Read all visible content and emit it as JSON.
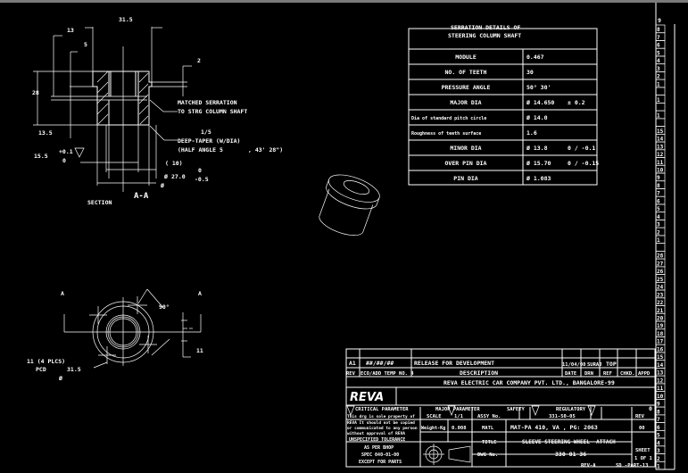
{
  "section_view": {
    "dim_13": "13",
    "dim_31_5": "31.5",
    "dim_5": "5",
    "dim_2": "2",
    "dim_28": "28",
    "dim_13_5": "13.5",
    "dim_15_5": "15.5",
    "tol_plus": "+0.1",
    "tol_zero": "0",
    "note_serration_1": "MATCHED SERRATION",
    "note_serration_2": "TO STRG COLUMN SHAFT",
    "taper_ratio": "1/5",
    "taper_1": "DEEP-TAPER (W/DIA)",
    "taper_2": "(HALF ANGLE 5",
    "taper_3": ", 43' 28\")",
    "dim_10": "(  10)",
    "dia_symbol": "Ø",
    "dim_27": "27.0",
    "tol_27_up": "0",
    "tol_27_low": "-0.5",
    "section_label": "A-A",
    "section_caption": "SECTION"
  },
  "plan_view": {
    "cut_a_left": "A",
    "cut_a_right": "A",
    "angle": "90°",
    "dim_11": "11",
    "holes_note": "11 (4 PLCS)",
    "pcd_label": "PCD",
    "pcd_value": "31.5",
    "dia_symbol": "Ø"
  },
  "serration_table": {
    "title_1": "SERRATION DETAILS OF",
    "title_2": "STEERING COLUMN SHAFT",
    "rows": [
      {
        "param": "MODULE",
        "value": "0.467",
        "tol": ""
      },
      {
        "param": "NO. OF TEETH",
        "value": "30",
        "tol": ""
      },
      {
        "param": "PRESSURE ANGLE",
        "value": "50° 30'",
        "tol": ""
      },
      {
        "param": "MAJOR DIA",
        "value": "Ø 14.650",
        "tol": "± 0.2"
      },
      {
        "param": "Dia of standard pitch circle",
        "value": "Ø 14.0",
        "tol": ""
      },
      {
        "param": "Roughness of teeth surface",
        "value": "1.6",
        "tol": ""
      },
      {
        "param": "MINOR DIA",
        "value": "Ø 13.8",
        "tol": "0 / -0.1"
      },
      {
        "param": "OVER PIN DIA",
        "value": "Ø 15.70",
        "tol": "0 / -0.15"
      },
      {
        "param": "PIN DIA",
        "value": "Ø 1.083",
        "tol": ""
      }
    ]
  },
  "title_block": {
    "rev": "A1",
    "rev_date_code": "##/##/##",
    "rev_description": "RELEASE FOR DEVELOPMENT",
    "rev_date": "11/04/08",
    "rev_drn": "SURAJ",
    "rev_chk": "TOP",
    "hdr_rev": "REV",
    "hdr_eco": "ECO/ADD TEMP NO. 4",
    "hdr_description": "DESCRIPTION",
    "hdr_date": "DATE",
    "hdr_drn": "DRN",
    "hdr_ref": "REF",
    "hdr_chkd": "CHKD.",
    "hdr_appd": "APPD",
    "company": "REVA ELECTRIC CAR COMPANY PVT. LTD., BANGALORE-99",
    "logo": "REVA",
    "critical": "CRITICAL PARAMETER",
    "major": "MAJOR PARAMETER",
    "safety": "SAFETY",
    "regulatory": "REGULATORY",
    "param_zero": "0",
    "prop_1": "This drg is sole property of",
    "prop_2": "REVA It should not be copied",
    "prop_3": "or communicated to any person",
    "prop_4": "without approval of REVA",
    "tolerance": "UNSPECIFIED TOLERANCE",
    "tol_1": "AS PER BHOP",
    "tol_2": "SPEC 040-01-00",
    "tol_3": "EXCEPT FOR PARTS",
    "scale_label": "SCALE",
    "scale_value": "1/1",
    "assy_label": "ASSY No.",
    "assy_value": "331-50-05",
    "weight_label": "Weight-Kg",
    "weight_value": "0.008",
    "matl_label": "MATL",
    "matl_value": "MAT-PA 410, VA , PG: 2063",
    "rev_label": "REV",
    "rev_value": "00",
    "title_label": "TITLE",
    "title_value": "SLEEVE-STEERING WHEEL- ATTACH",
    "dwg_label": "DWG No.",
    "dwg_value": "330-01-36",
    "sheet_label": "SHEET",
    "sheet_value": "1 OF 1",
    "footer_1": "REV-A",
    "footer_2": "SD -PART-13"
  },
  "revision_strip": {
    "header": "9",
    "cells": [
      "8",
      "7",
      "6",
      "5",
      "4",
      "3",
      "2",
      "1",
      "",
      "1",
      "",
      "1",
      "",
      "15",
      "14",
      "13",
      "12",
      "11",
      "10",
      "9",
      "8",
      "7",
      "6",
      "5",
      "4",
      "3",
      "2",
      "1",
      "",
      "28",
      "27",
      "26",
      "25",
      "24",
      "23",
      "22",
      "21",
      "20",
      "19",
      "18",
      "17",
      "16",
      "15",
      "14",
      "13",
      "12",
      "11",
      "10",
      "9",
      "8",
      "7",
      "6",
      "5",
      "4",
      "3",
      "2",
      "1"
    ]
  }
}
